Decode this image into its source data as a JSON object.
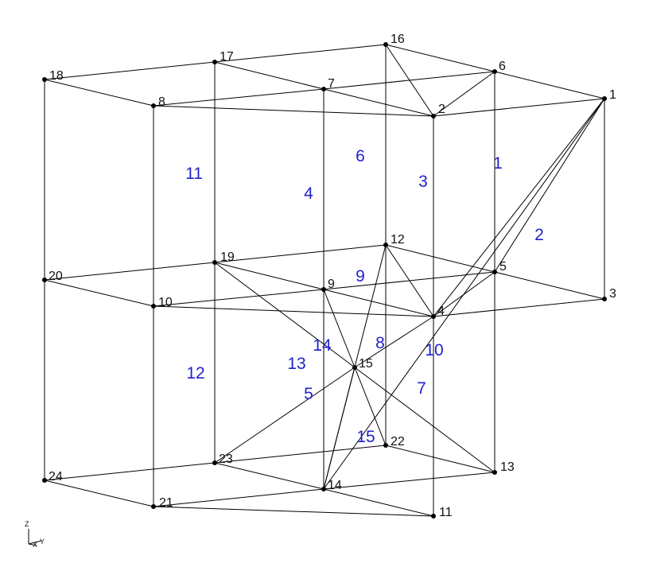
{
  "colors": {
    "background": "#ffffff",
    "edge": "#000000",
    "node_label": "#111111",
    "element_label": "#2222cc"
  },
  "nodes": [
    {
      "id": "1",
      "label": "1"
    },
    {
      "id": "2",
      "label": "2"
    },
    {
      "id": "3",
      "label": "3"
    },
    {
      "id": "4",
      "label": "4"
    },
    {
      "id": "5",
      "label": "5"
    },
    {
      "id": "6",
      "label": "6"
    },
    {
      "id": "7",
      "label": "7"
    },
    {
      "id": "8",
      "label": "8"
    },
    {
      "id": "9",
      "label": "9"
    },
    {
      "id": "10",
      "label": "10"
    },
    {
      "id": "11",
      "label": "11"
    },
    {
      "id": "12",
      "label": "12"
    },
    {
      "id": "13",
      "label": "13"
    },
    {
      "id": "14",
      "label": "14"
    },
    {
      "id": "15",
      "label": "15"
    },
    {
      "id": "16",
      "label": "16"
    },
    {
      "id": "17",
      "label": "17"
    },
    {
      "id": "18",
      "label": "18"
    },
    {
      "id": "19",
      "label": "19"
    },
    {
      "id": "20",
      "label": "20"
    },
    {
      "id": "21",
      "label": "21"
    },
    {
      "id": "22",
      "label": "22"
    },
    {
      "id": "23",
      "label": "23"
    },
    {
      "id": "24",
      "label": "24"
    }
  ],
  "edges": [
    [
      "18",
      "17"
    ],
    [
      "17",
      "16"
    ],
    [
      "16",
      "6"
    ],
    [
      "6",
      "1"
    ],
    [
      "18",
      "8"
    ],
    [
      "8",
      "2"
    ],
    [
      "2",
      "1"
    ],
    [
      "8",
      "7"
    ],
    [
      "7",
      "6"
    ],
    [
      "17",
      "7"
    ],
    [
      "7",
      "2"
    ],
    [
      "16",
      "2"
    ],
    [
      "6",
      "2"
    ],
    [
      "18",
      "20"
    ],
    [
      "20",
      "24"
    ],
    [
      "8",
      "10"
    ],
    [
      "10",
      "21"
    ],
    [
      "17",
      "19"
    ],
    [
      "19",
      "23"
    ],
    [
      "7",
      "9"
    ],
    [
      "9",
      "14"
    ],
    [
      "16",
      "12"
    ],
    [
      "12",
      "22"
    ],
    [
      "2",
      "4"
    ],
    [
      "4",
      "11"
    ],
    [
      "6",
      "5"
    ],
    [
      "5",
      "13"
    ],
    [
      "1",
      "3"
    ],
    [
      "20",
      "19"
    ],
    [
      "19",
      "12"
    ],
    [
      "20",
      "10"
    ],
    [
      "10",
      "4"
    ],
    [
      "10",
      "9"
    ],
    [
      "9",
      "5"
    ],
    [
      "4",
      "3"
    ],
    [
      "12",
      "5"
    ],
    [
      "5",
      "3"
    ],
    [
      "19",
      "9"
    ],
    [
      "9",
      "4"
    ],
    [
      "12",
      "4"
    ],
    [
      "5",
      "4"
    ],
    [
      "1",
      "5"
    ],
    [
      "1",
      "4"
    ],
    [
      "4",
      "15"
    ],
    [
      "15",
      "23"
    ],
    [
      "19",
      "15"
    ],
    [
      "15",
      "13"
    ],
    [
      "9",
      "15"
    ],
    [
      "15",
      "22"
    ],
    [
      "12",
      "14"
    ],
    [
      "14",
      "15"
    ],
    [
      "1",
      "14"
    ],
    [
      "24",
      "23"
    ],
    [
      "23",
      "22"
    ],
    [
      "22",
      "13"
    ],
    [
      "24",
      "21"
    ],
    [
      "21",
      "11"
    ],
    [
      "21",
      "14"
    ],
    [
      "14",
      "13"
    ],
    [
      "23",
      "14"
    ],
    [
      "14",
      "11"
    ]
  ],
  "elements": [
    {
      "id": "e1",
      "label": "1"
    },
    {
      "id": "e2",
      "label": "2"
    },
    {
      "id": "e3",
      "label": "3"
    },
    {
      "id": "e4",
      "label": "4"
    },
    {
      "id": "e5",
      "label": "5"
    },
    {
      "id": "e6",
      "label": "6"
    },
    {
      "id": "e7",
      "label": "7"
    },
    {
      "id": "e8",
      "label": "8"
    },
    {
      "id": "e9",
      "label": "9"
    },
    {
      "id": "e10",
      "label": "10"
    },
    {
      "id": "e11",
      "label": "11"
    },
    {
      "id": "e12",
      "label": "12"
    },
    {
      "id": "e13",
      "label": "13"
    },
    {
      "id": "e14",
      "label": "14"
    },
    {
      "id": "e15",
      "label": "15"
    }
  ],
  "axis_triad": {
    "z_label": "Z",
    "x_label": "X",
    "y_label": "Y"
  }
}
